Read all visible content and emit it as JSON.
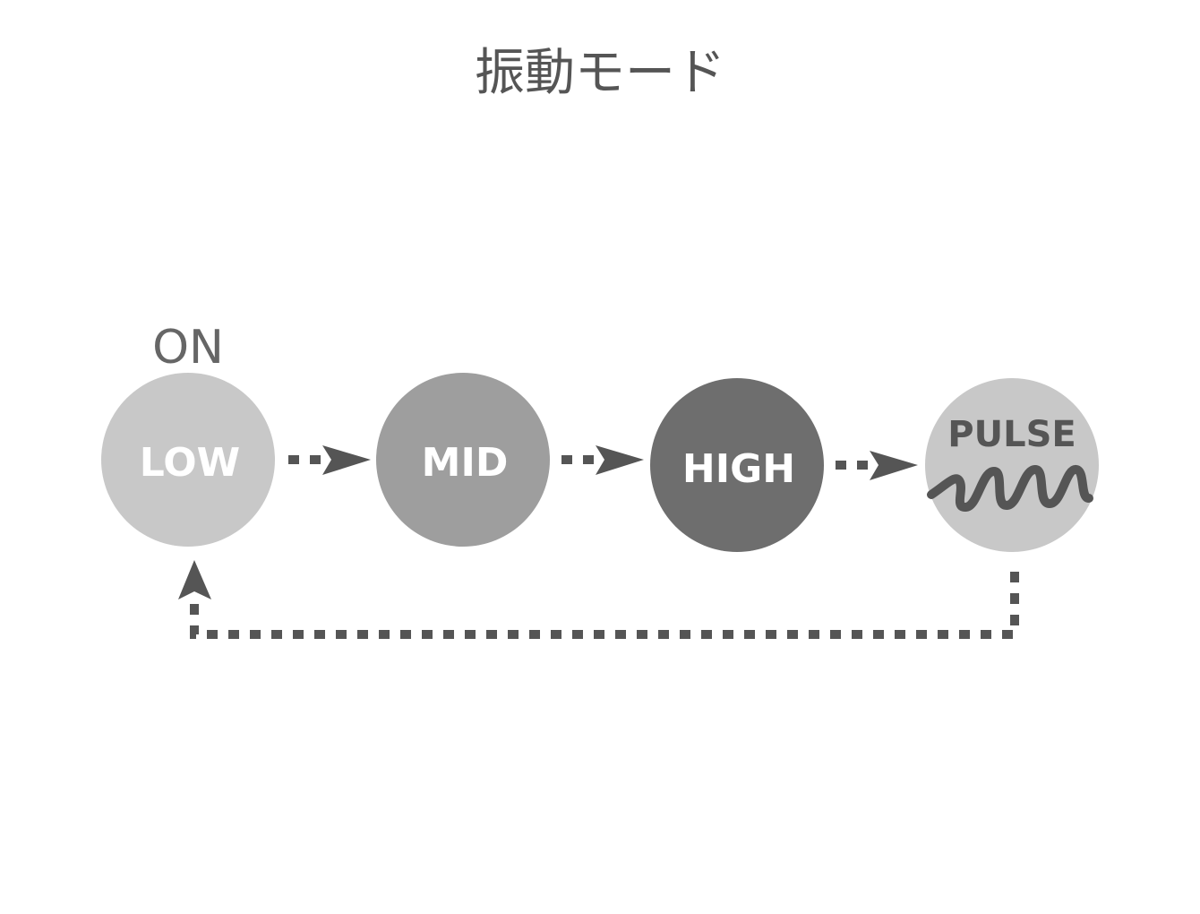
{
  "title": "振動モード",
  "start_label": "ON",
  "modes": [
    {
      "label": "LOW",
      "color": "#c8c8c8"
    },
    {
      "label": "MID",
      "color": "#9e9e9e"
    },
    {
      "label": "HIGH",
      "color": "#6e6e6e"
    },
    {
      "label": "PULSE",
      "color": "#c8c8c8",
      "icon": "wave-icon"
    }
  ],
  "colors": {
    "connector": "#555555",
    "title": "#555555",
    "start_label": "#666666",
    "label_light": "#ffffff",
    "label_dark": "#555555"
  }
}
